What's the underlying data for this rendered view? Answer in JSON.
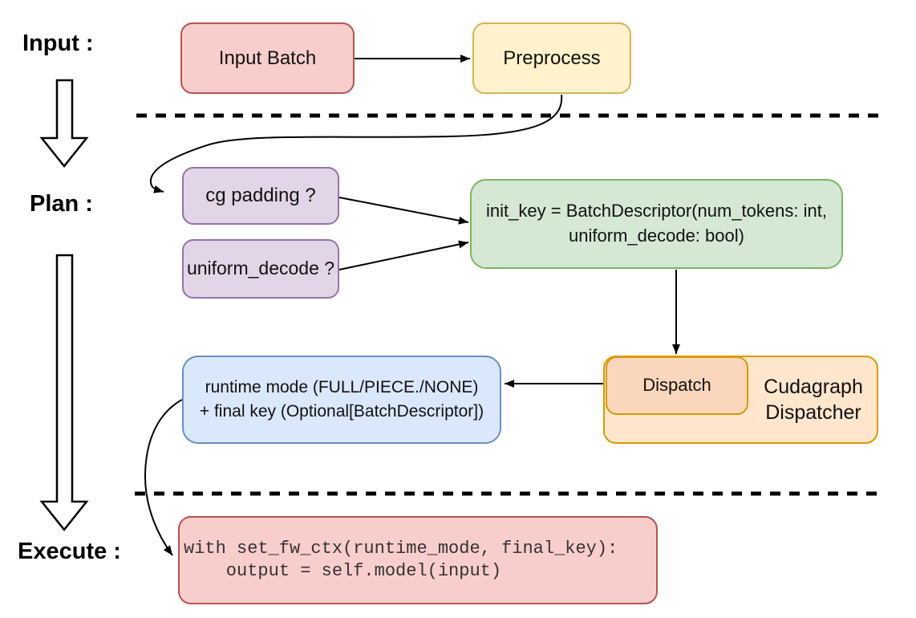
{
  "stages": {
    "input": "Input :",
    "plan": "Plan :",
    "execute": "Execute :"
  },
  "nodes": {
    "input_batch": "Input Batch",
    "preprocess": "Preprocess",
    "cg_padding": "cg padding ?",
    "uniform_decode": "uniform_decode ?",
    "init_key": {
      "line1": "init_key = BatchDescriptor(num_tokens: int,",
      "line2": "uniform_decode: bool)"
    },
    "dispatch": "Dispatch",
    "cudagraph": {
      "line1": "Cudagraph",
      "line2": "Dispatcher"
    },
    "runtime": {
      "line1": "runtime mode (FULL/PIECE./NONE)",
      "line2": "+ final key (Optional[BatchDescriptor])"
    },
    "code": {
      "line1": "with set_fw_ctx(runtime_mode, final_key):",
      "line2": "    output = self.model(input)"
    }
  },
  "colors": {
    "red_fill": "#F8CECC",
    "red_stroke": "#B85450",
    "yellow_fill": "#FFF2CC",
    "yellow_stroke": "#D6B656",
    "purple_fill": "#E1D5E7",
    "purple_stroke": "#9673A6",
    "green_fill": "#D5E8D4",
    "green_stroke": "#82B366",
    "blue_fill": "#DAE8FC",
    "blue_stroke": "#6C8EBF",
    "orange_fill": "#FFE6CC",
    "orange_stroke": "#D79B00",
    "orange_inner_fill": "#FAD6BC",
    "line_color": "#000000"
  }
}
